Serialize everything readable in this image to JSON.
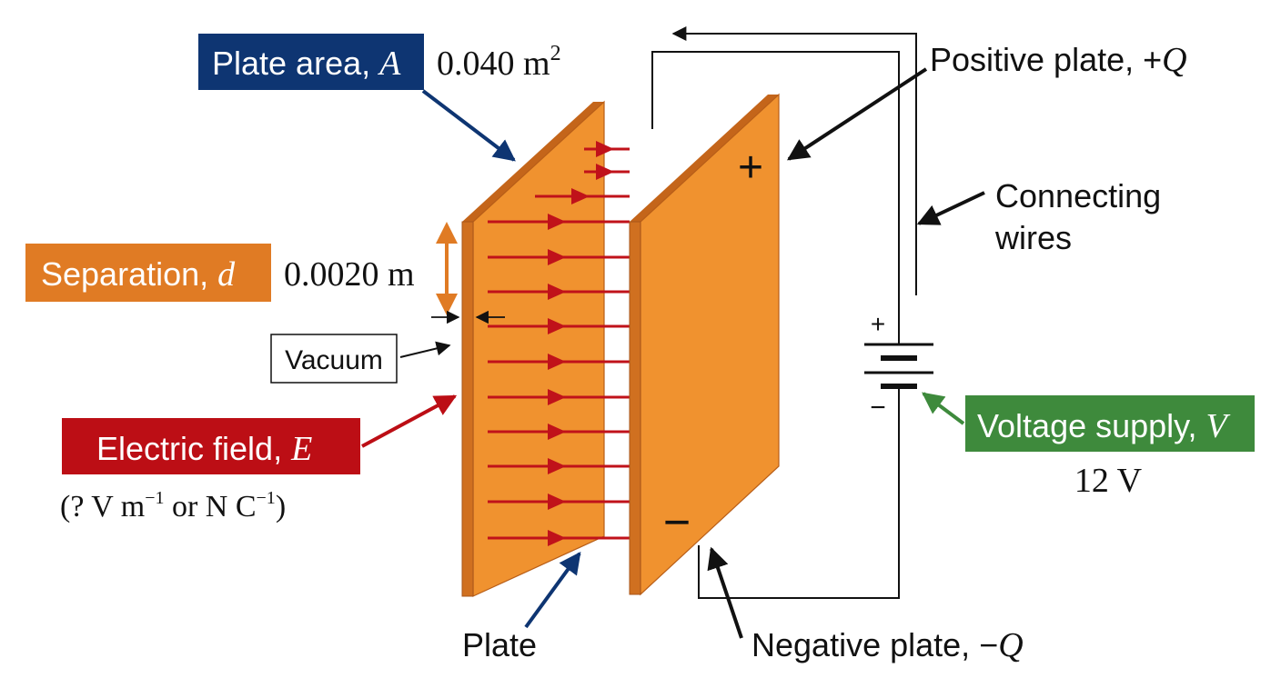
{
  "labels": {
    "plate_area": {
      "text": "Plate area, ",
      "symbol": "A",
      "value_main": "0.040 m",
      "value_sup": "2"
    },
    "separation": {
      "text": "Separation, ",
      "symbol": "d",
      "value": "0.0020 m"
    },
    "vacuum": "Vacuum",
    "electric_field": {
      "text": "Electric field, ",
      "symbol": "E",
      "unit_open": "(? V m",
      "unit_sup1": "−1",
      "unit_mid": " or N C",
      "unit_sup2": "−1",
      "unit_close": ")"
    },
    "positive_plate": {
      "text": "Positive plate, +",
      "symbol": "Q"
    },
    "connecting_wires": {
      "line1": "Connecting",
      "line2": "wires"
    },
    "voltage_supply": {
      "text": "Voltage supply, ",
      "symbol": "V",
      "value": "12 V"
    },
    "plate": "Plate",
    "negative_plate": {
      "text": "Negative plate, −",
      "symbol": "Q"
    }
  },
  "symbols": {
    "plus_sign": "+",
    "minus_sign": "−",
    "battery_plus": "+",
    "battery_minus": "−"
  },
  "colors": {
    "navy_label": "#0e3572",
    "orange_label": "#e07b24",
    "red_label": "#bc0e15",
    "green_label": "#3e8a3c",
    "plate_face": "#f0922f",
    "plate_edge": "#c4651a",
    "field_arrow": "#c0121a"
  }
}
